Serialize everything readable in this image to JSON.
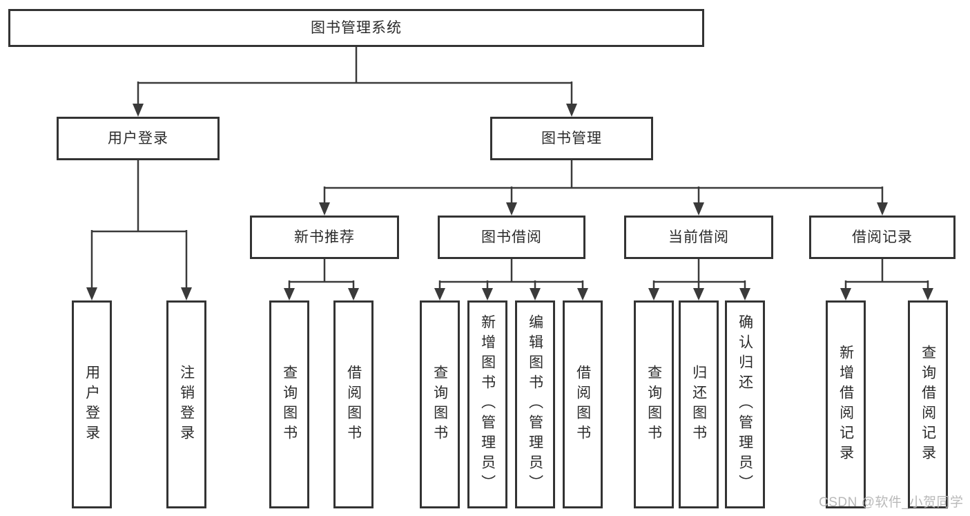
{
  "diagram": {
    "root": {
      "label": "图书管理系统"
    },
    "branches": [
      {
        "label": "用户登录",
        "children": [
          {
            "label": "用户登录"
          },
          {
            "label": "注销登录"
          }
        ]
      },
      {
        "label": "图书管理",
        "children": [
          {
            "label": "新书推荐",
            "children": [
              {
                "label": "查询图书"
              },
              {
                "label": "借阅图书"
              }
            ]
          },
          {
            "label": "图书借阅",
            "children": [
              {
                "label": "查询图书"
              },
              {
                "label": "新增图书（管理员）"
              },
              {
                "label": "编辑图书（管理员）"
              },
              {
                "label": "借阅图书"
              }
            ]
          },
          {
            "label": "当前借阅",
            "children": [
              {
                "label": "查询图书"
              },
              {
                "label": "归还图书"
              },
              {
                "label": "确认归还（管理员）"
              }
            ]
          },
          {
            "label": "借阅记录",
            "children": [
              {
                "label": "新增借阅记录"
              },
              {
                "label": "查询借阅记录"
              }
            ]
          }
        ]
      }
    ]
  },
  "watermark": {
    "text": "CSDN @软件_小贺同学"
  },
  "colors": {
    "line": "#3a3a3a",
    "border": "#333333",
    "text": "#2b2b2b",
    "background": "#ffffff",
    "watermark": "#b9b9b9"
  }
}
